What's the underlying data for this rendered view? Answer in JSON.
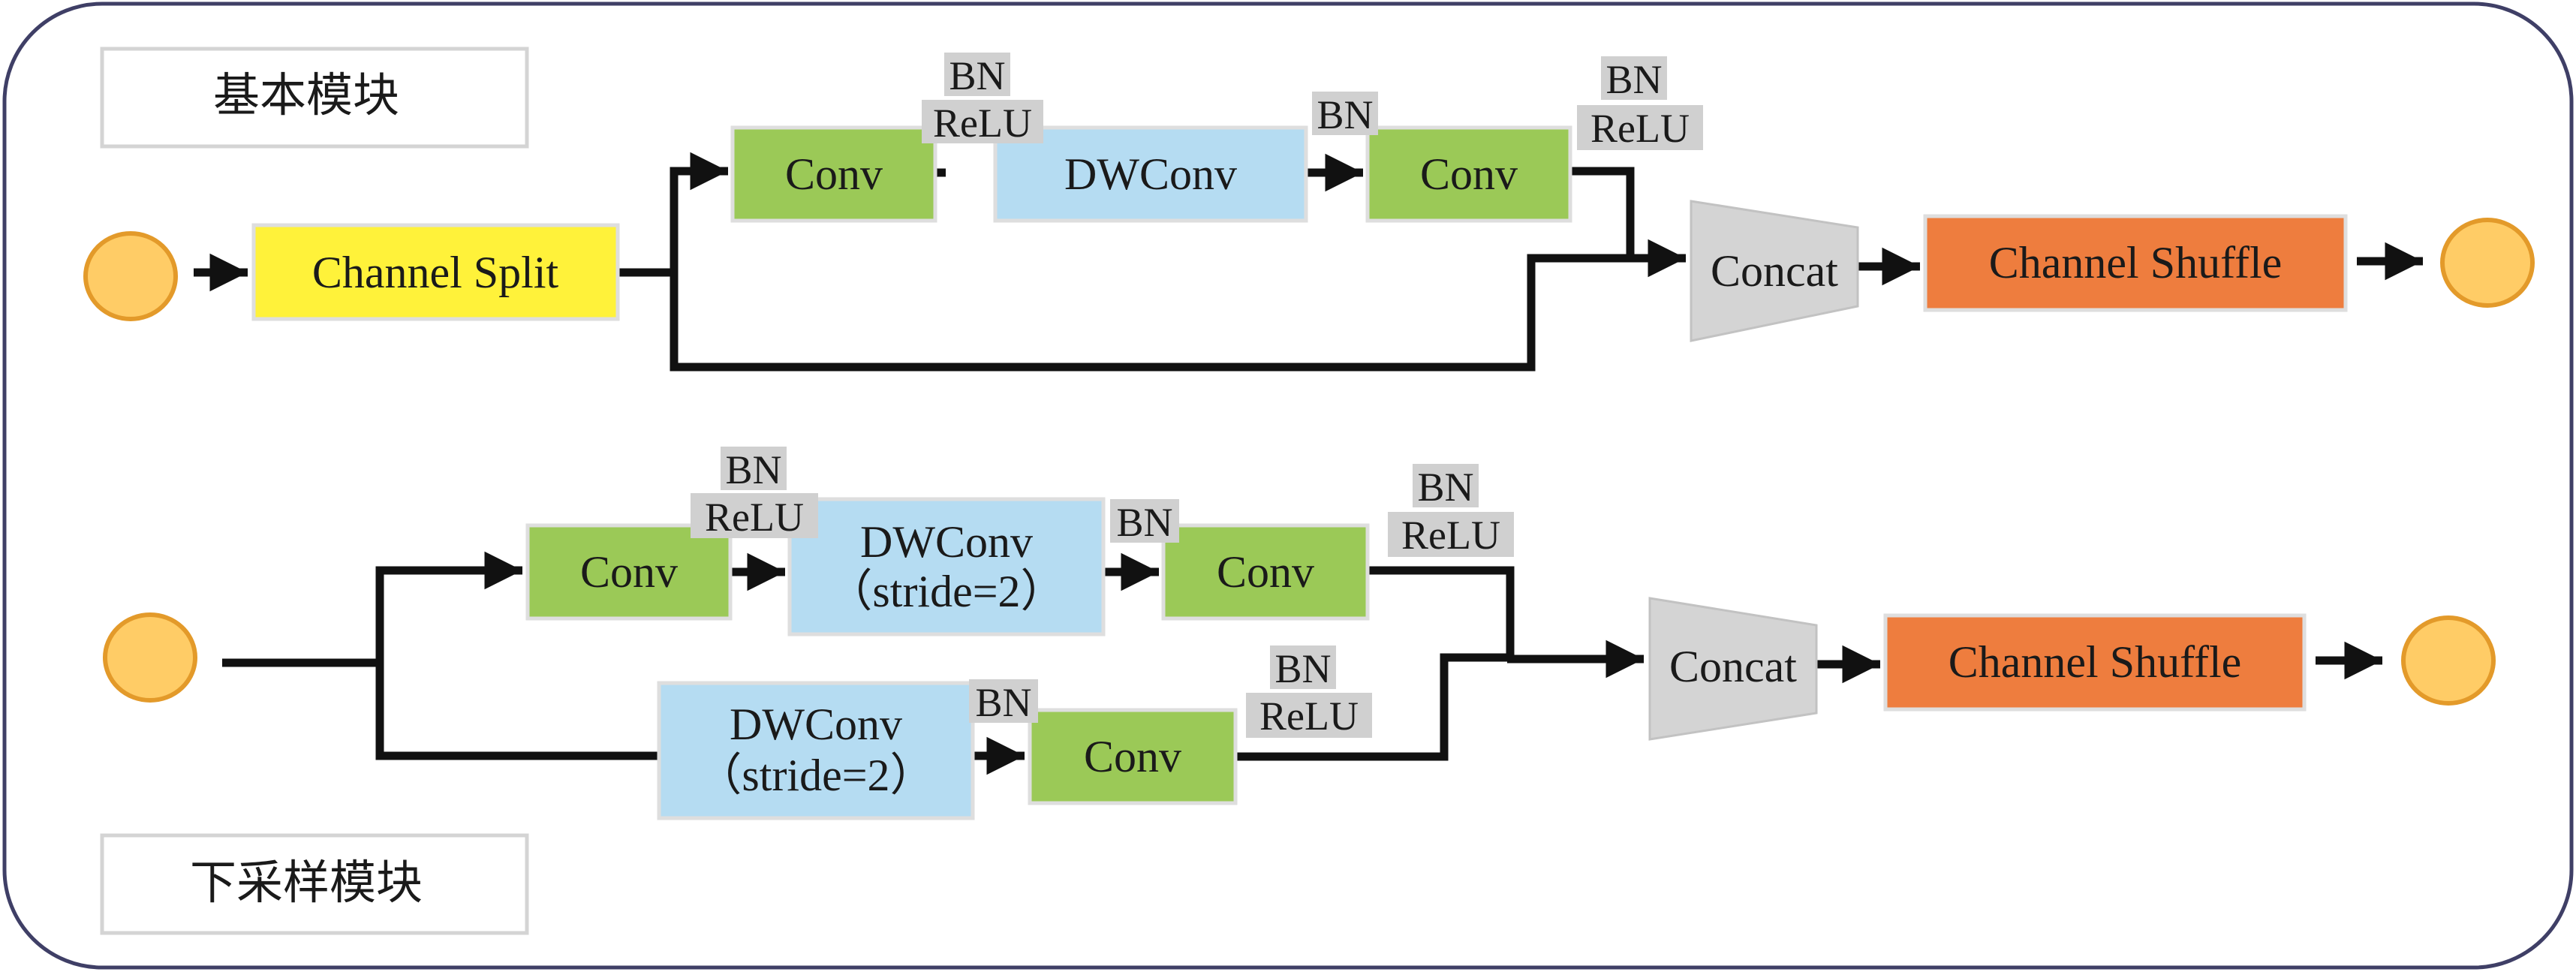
{
  "colors": {
    "frame": "#3f3f66",
    "node": "#ffcc66",
    "node_stroke": "#e39a2a",
    "split": "#fff23a",
    "conv": "#9bc957",
    "dwconv": "#b5dcf2",
    "concat": "#d4d4d4",
    "shuffle": "#ee7d3e",
    "bn_bg": "#d0d0d0",
    "wire": "#111111"
  },
  "basic": {
    "title": "基本模块",
    "split": "Channel Split",
    "conv1": "Conv",
    "dwconv": "DWConv",
    "conv2": "Conv",
    "concat": "Concat",
    "shuffle": "Channel Shuffle",
    "bn_relu1": {
      "bn": "BN",
      "relu": "ReLU"
    },
    "bn2": "BN",
    "bn_relu3": {
      "bn": "BN",
      "relu": "ReLU"
    }
  },
  "down": {
    "title": "下采样模块",
    "conv1": "Conv",
    "dwconv1_line1": "DWConv",
    "dwconv1_line2": "（stride=2）",
    "conv2": "Conv",
    "dwconv2_line1": "DWConv",
    "dwconv2_line2": "（stride=2）",
    "conv3": "Conv",
    "concat": "Concat",
    "shuffle": "Channel Shuffle",
    "bn_relu1": {
      "bn": "BN",
      "relu": "ReLU"
    },
    "bn2": "BN",
    "bn_relu3": {
      "bn": "BN",
      "relu": "ReLU"
    },
    "bn4": "BN",
    "bn_relu5": {
      "bn": "BN",
      "relu": "ReLU"
    }
  }
}
